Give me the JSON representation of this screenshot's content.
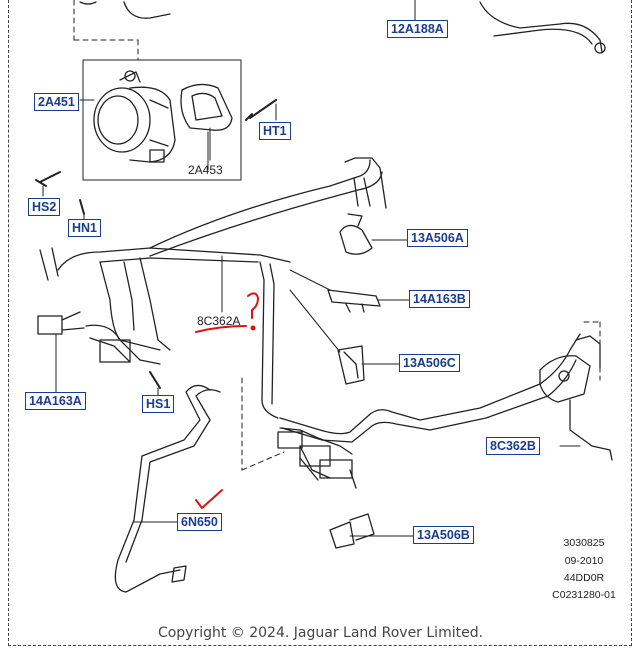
{
  "callouts": {
    "c12A188A": "12A188A",
    "c2A451": "2A451",
    "cHT1": "HT1",
    "cHS2": "HS2",
    "cHN1": "HN1",
    "c13A506A": "13A506A",
    "c14A163B_right": "14A163B",
    "c13A506C": "13A506C",
    "c14A163A": "14A163A",
    "cHS1": "HS1",
    "c8C362B": "8C362B",
    "c6N650": "6N650",
    "c13A506B": "13A506B"
  },
  "plain_labels": {
    "p2A453": "2A453",
    "p8C362A": "8C362A"
  },
  "reference": {
    "line1": "3030825",
    "line2": "09-2010",
    "line3": "44DD0R",
    "line4": "C0231280-01"
  },
  "footer": {
    "copyright": "Copyright © 2024. Jaguar Land Rover Limited."
  },
  "colors": {
    "callout_blue": "#1a3d8f",
    "annotation_red": "#e01010",
    "line": "#222222"
  }
}
